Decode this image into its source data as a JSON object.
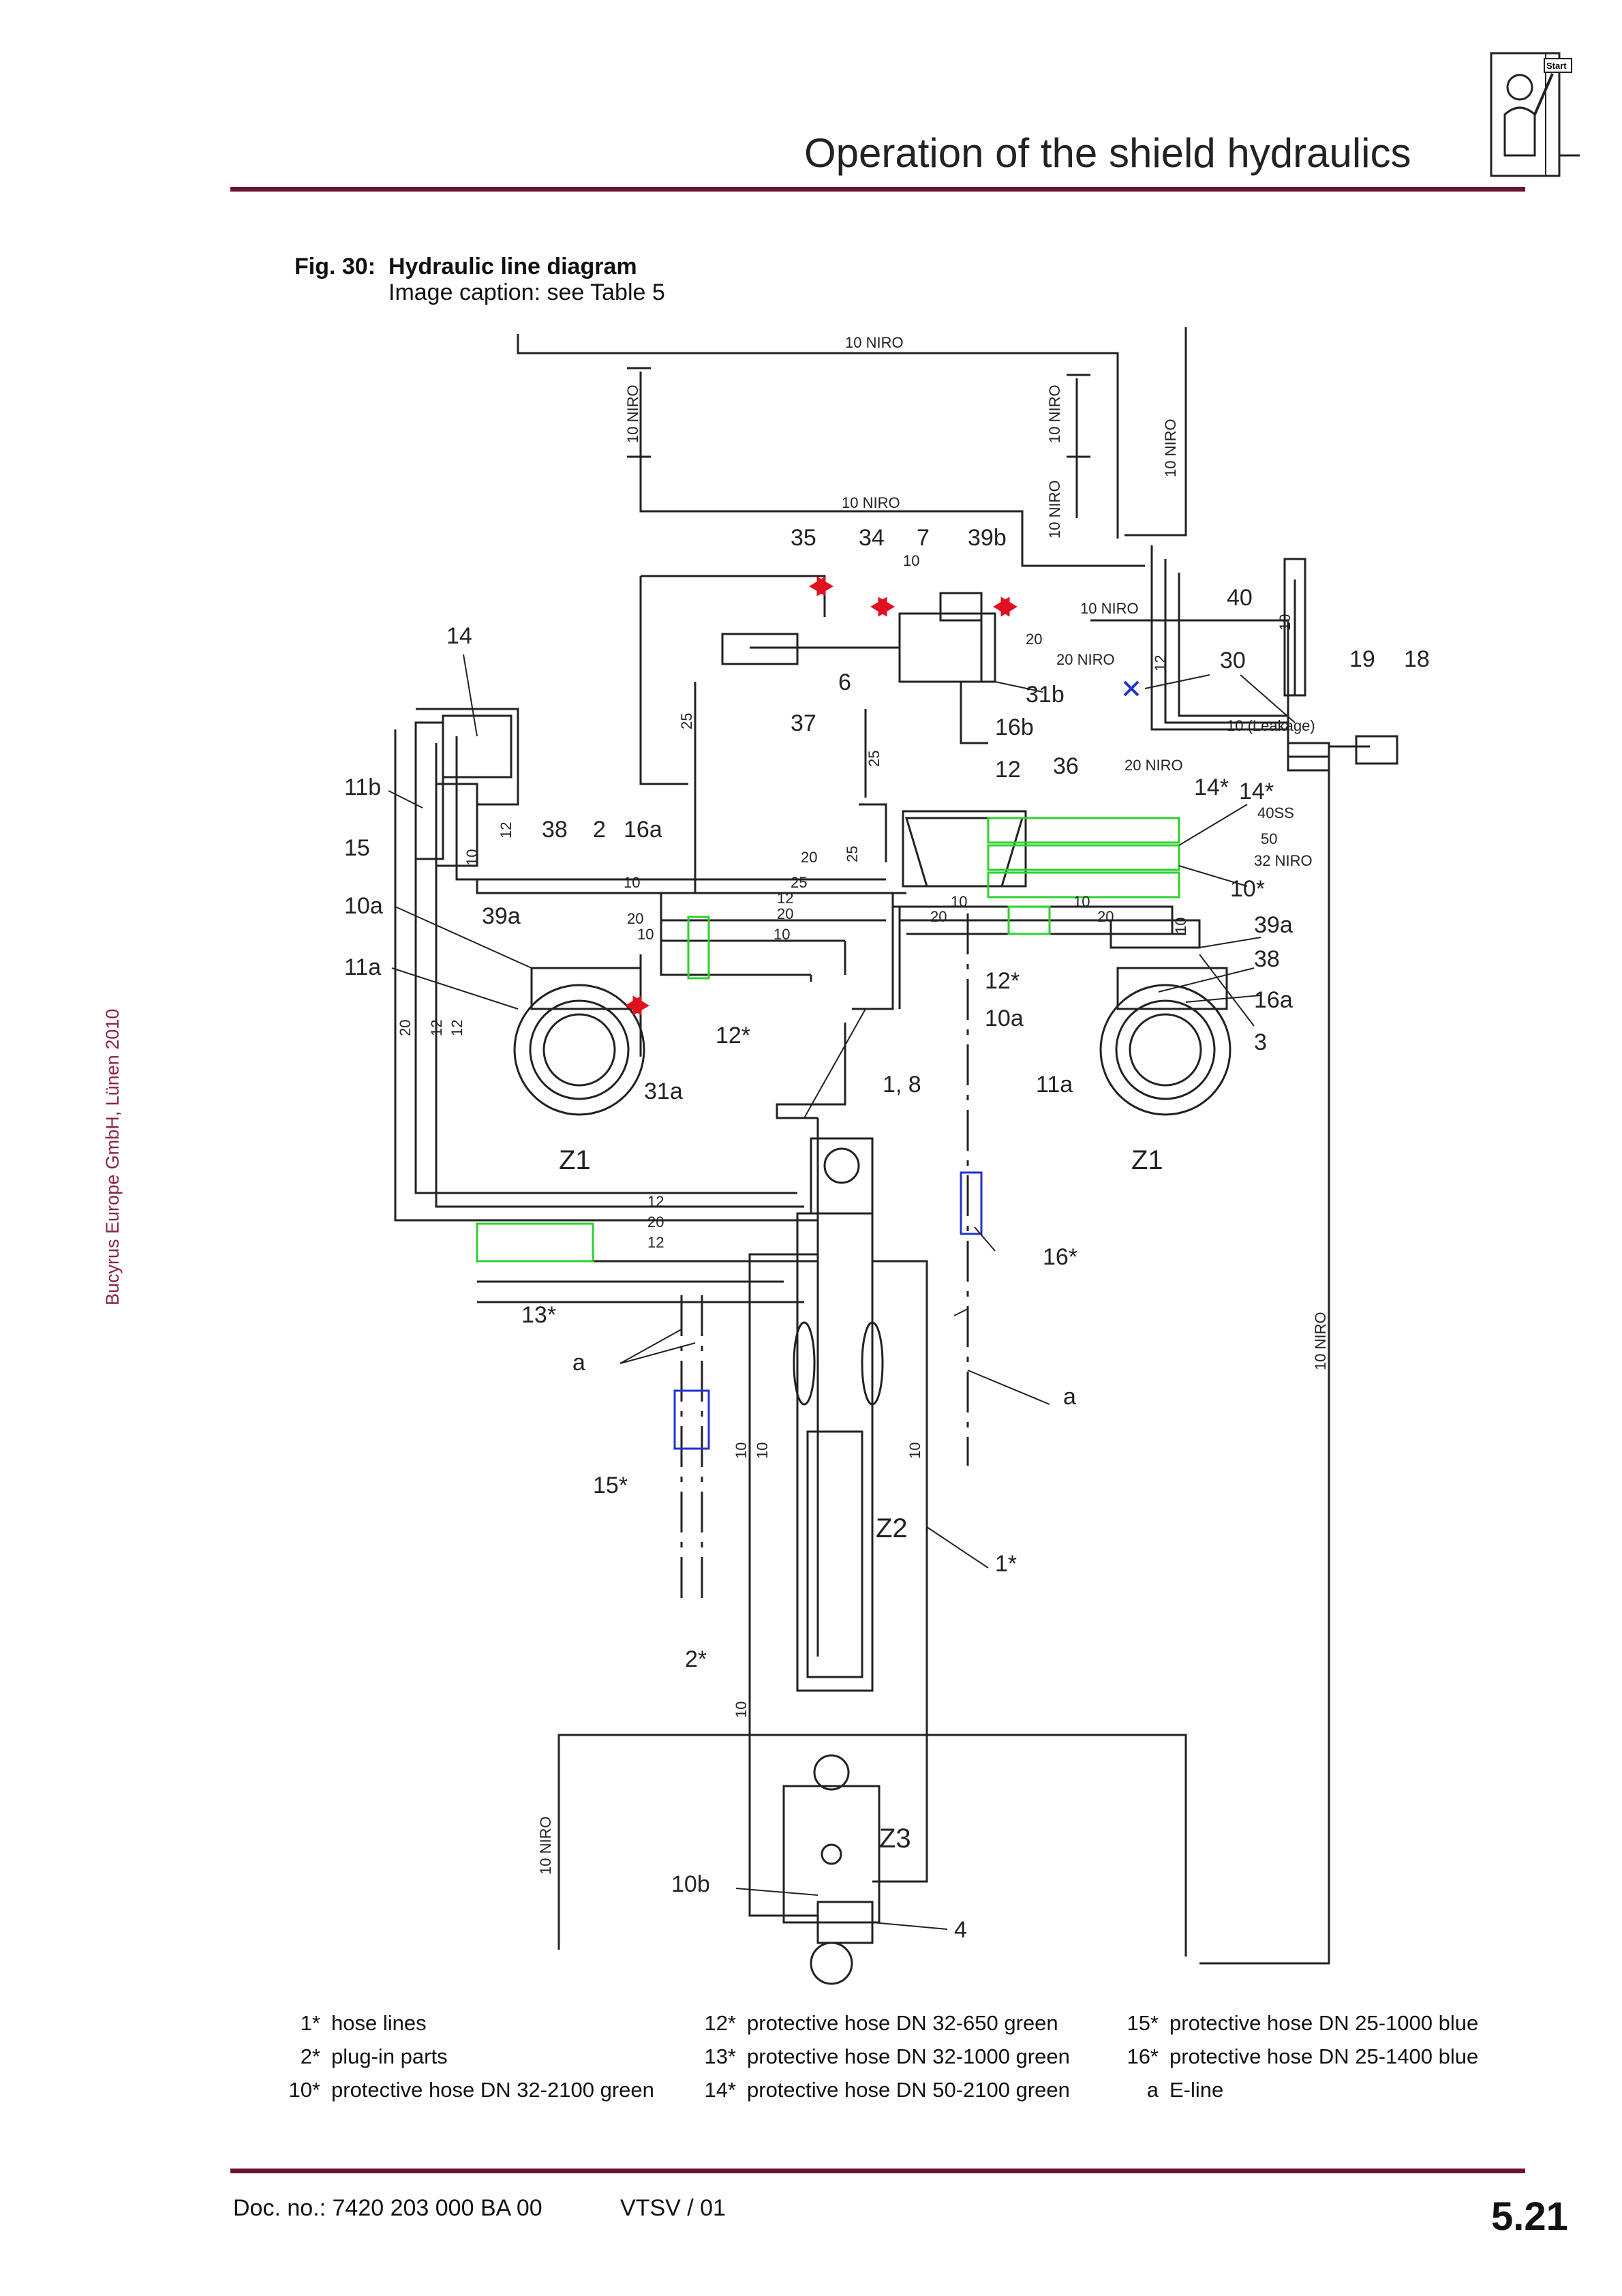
{
  "header": {
    "title": "Operation of the shield hydraulics",
    "icon_label": "Start"
  },
  "figure": {
    "number": "Fig. 30:",
    "title": "Hydraulic line diagram",
    "caption": "Image caption: see Table 5"
  },
  "copyright": "Bucyrus Europe GmbH, Lünen 2010",
  "diagram_labels": {
    "l35": "35",
    "l34": "34",
    "l7": "7",
    "l39b": "39b",
    "l40": "40",
    "l14": "14",
    "l30": "30",
    "l19": "19",
    "l18": "18",
    "l31b": "31b",
    "l6": "6",
    "l16b": "16b",
    "l37": "37",
    "l12": "12",
    "l36": "36",
    "l11b": "11b",
    "l14s": "14*",
    "l14s2": "14*",
    "l15": "15",
    "l38": "38",
    "l2": "2",
    "l16a": "16a",
    "l10s": "10*",
    "l10a": "10a",
    "l39a": "39a",
    "l39a_r": "39a",
    "l38_r": "38",
    "l11a": "11a",
    "l16a_r": "16a",
    "l12s": "12*",
    "l12s_b": "12*",
    "l10a_r": "10a",
    "l3": "3",
    "l31a": "31a",
    "l18b": "1, 8",
    "l11a_r": "11a",
    "z1_left": "Z1",
    "z1_right": "Z1",
    "l16s": "16*",
    "l13s": "13*",
    "la_left": "a",
    "la_right": "a",
    "l15s": "15*",
    "z2": "Z2",
    "l1s": "1*",
    "l2s": "2*",
    "z3": "Z3",
    "l10b": "10b",
    "l4": "4"
  },
  "line_labels": {
    "niro_top": "10 NIRO",
    "niro_mid": "10 NIRO",
    "niro_v1": "10 NIRO",
    "niro_v2": "10 NIRO",
    "niro_v3": "10 NIRO",
    "niro_v4": "10 NIRO",
    "niro_right": "10 NIRO",
    "niro_20": "20 NIRO",
    "niro_20b": "20 NIRO",
    "leakage": "10 (Leakage)",
    "ss40": "40SS",
    "v50": "50",
    "niro_32": "32 NIRO",
    "niro_bottom_left": "10 NIRO",
    "niro_bottom_right": "10 NIRO",
    "n10": "10",
    "n12": "12",
    "n20": "20",
    "n25": "25"
  },
  "hose_marks": {
    "b12": "12",
    "b20": "20",
    "b12b": "12",
    "p20": "20",
    "p25": "25",
    "p12": "12",
    "p10": "10",
    "p20b": "20",
    "p10b": "10",
    "r10": "10",
    "r20": "20",
    "r20b": "20",
    "r10b": "10",
    "v20": "20",
    "v12a": "12",
    "v12b": "12",
    "v10": "10",
    "v12c": "12",
    "v25a": "25",
    "v25b": "25",
    "v25c": "25",
    "v10a": "10",
    "v10b": "10",
    "v10c": "10",
    "v10d": "10",
    "v10e": "10",
    "v20r": "20",
    "v10r": "10",
    "v10s": "10",
    "h10a": "10",
    "h20a": "20",
    "h10b": "10"
  },
  "legend": [
    {
      "key": "1*",
      "text": "hose lines"
    },
    {
      "key": "2*",
      "text": "plug-in parts"
    },
    {
      "key": "10*",
      "text": "protective hose DN 32-2100 green"
    },
    {
      "key": "12*",
      "text": "protective hose DN 32-650 green"
    },
    {
      "key": "13*",
      "text": "protective hose DN 32-1000 green"
    },
    {
      "key": "14*",
      "text": "protective hose DN 50-2100 green"
    },
    {
      "key": "15*",
      "text": "protective hose DN 25-1000 blue"
    },
    {
      "key": "16*",
      "text": "protective hose DN 25-1400 blue"
    },
    {
      "key": "a",
      "text": "E-line"
    }
  ],
  "footer": {
    "doc_no": "Doc. no.: 7420 203 000 BA 00",
    "version": "VTSV / 01",
    "page": "5.21"
  },
  "colors": {
    "rule": "#6b1432",
    "protective_green": "#2bd12b",
    "protective_blue": "#2233cc",
    "valve_red": "#e01020",
    "copyright": "#8a2445"
  }
}
